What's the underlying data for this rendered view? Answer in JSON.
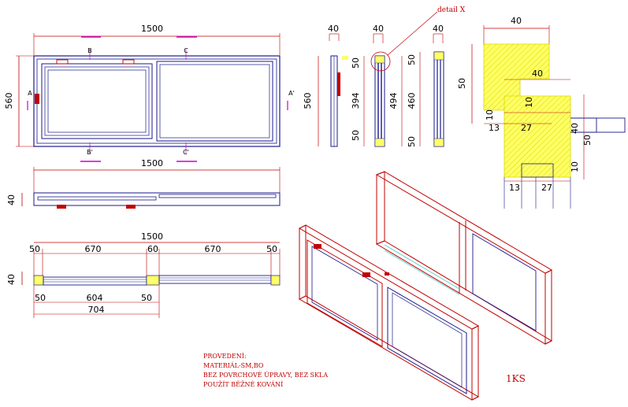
{
  "drawing": {
    "front_view": {
      "width_label": "1500",
      "height_label": "560",
      "section_b": "B",
      "section_c": "C",
      "section_b2": "B'",
      "section_c2": "C'",
      "section_a": "A",
      "section_a2": "A'"
    },
    "section_view": {
      "dim_40_a": "40",
      "dim_40_b": "40",
      "dim_40_c": "40",
      "height_560": "560",
      "dim_50_top": "50",
      "dim_394": "394",
      "dim_50_bottom": "50",
      "dim_494": "494",
      "dim_460": "460",
      "dim_50_right_bottom": "50",
      "dim_50_right_top": "50",
      "detail_label": "detail X"
    },
    "detail_view": {
      "dim_40_top": "40",
      "dim_50_left": "50",
      "dim_40_mid": "40",
      "dim_10_a": "10",
      "dim_10_b": "10",
      "dim_13_a": "13",
      "dim_27_a": "27",
      "dim_40_right": "40",
      "dim_50_right": "50",
      "dim_10_c": "10",
      "dim_13_b": "13",
      "dim_27_b": "27"
    },
    "top_view": {
      "width_label": "1500",
      "thickness_label": "40"
    },
    "profile_view": {
      "width_label": "1500",
      "d50_a": "50",
      "d670_a": "670",
      "d60": "60",
      "d670_b": "670",
      "d50_b": "50",
      "thickness": "40",
      "d50_c": "50",
      "d604": "604",
      "d50_d": "50",
      "d704": "704"
    },
    "notes": {
      "line1": "PROVEDENÍ:",
      "line2": "MATERIÁL-SM,BO",
      "line3": "BEZ POVRCHOVÉ ÚPRAVY, BEZ SKLA",
      "line4": "POUŽÍT BĚŽNÉ KOVÁNÍ"
    },
    "quantity": "1KS"
  },
  "colors": {
    "outline": "#1a1a8c",
    "dimension": "#c00000",
    "highlight": "#ffff66",
    "section_mark": "#cc00cc",
    "glass": "#66cccc"
  }
}
